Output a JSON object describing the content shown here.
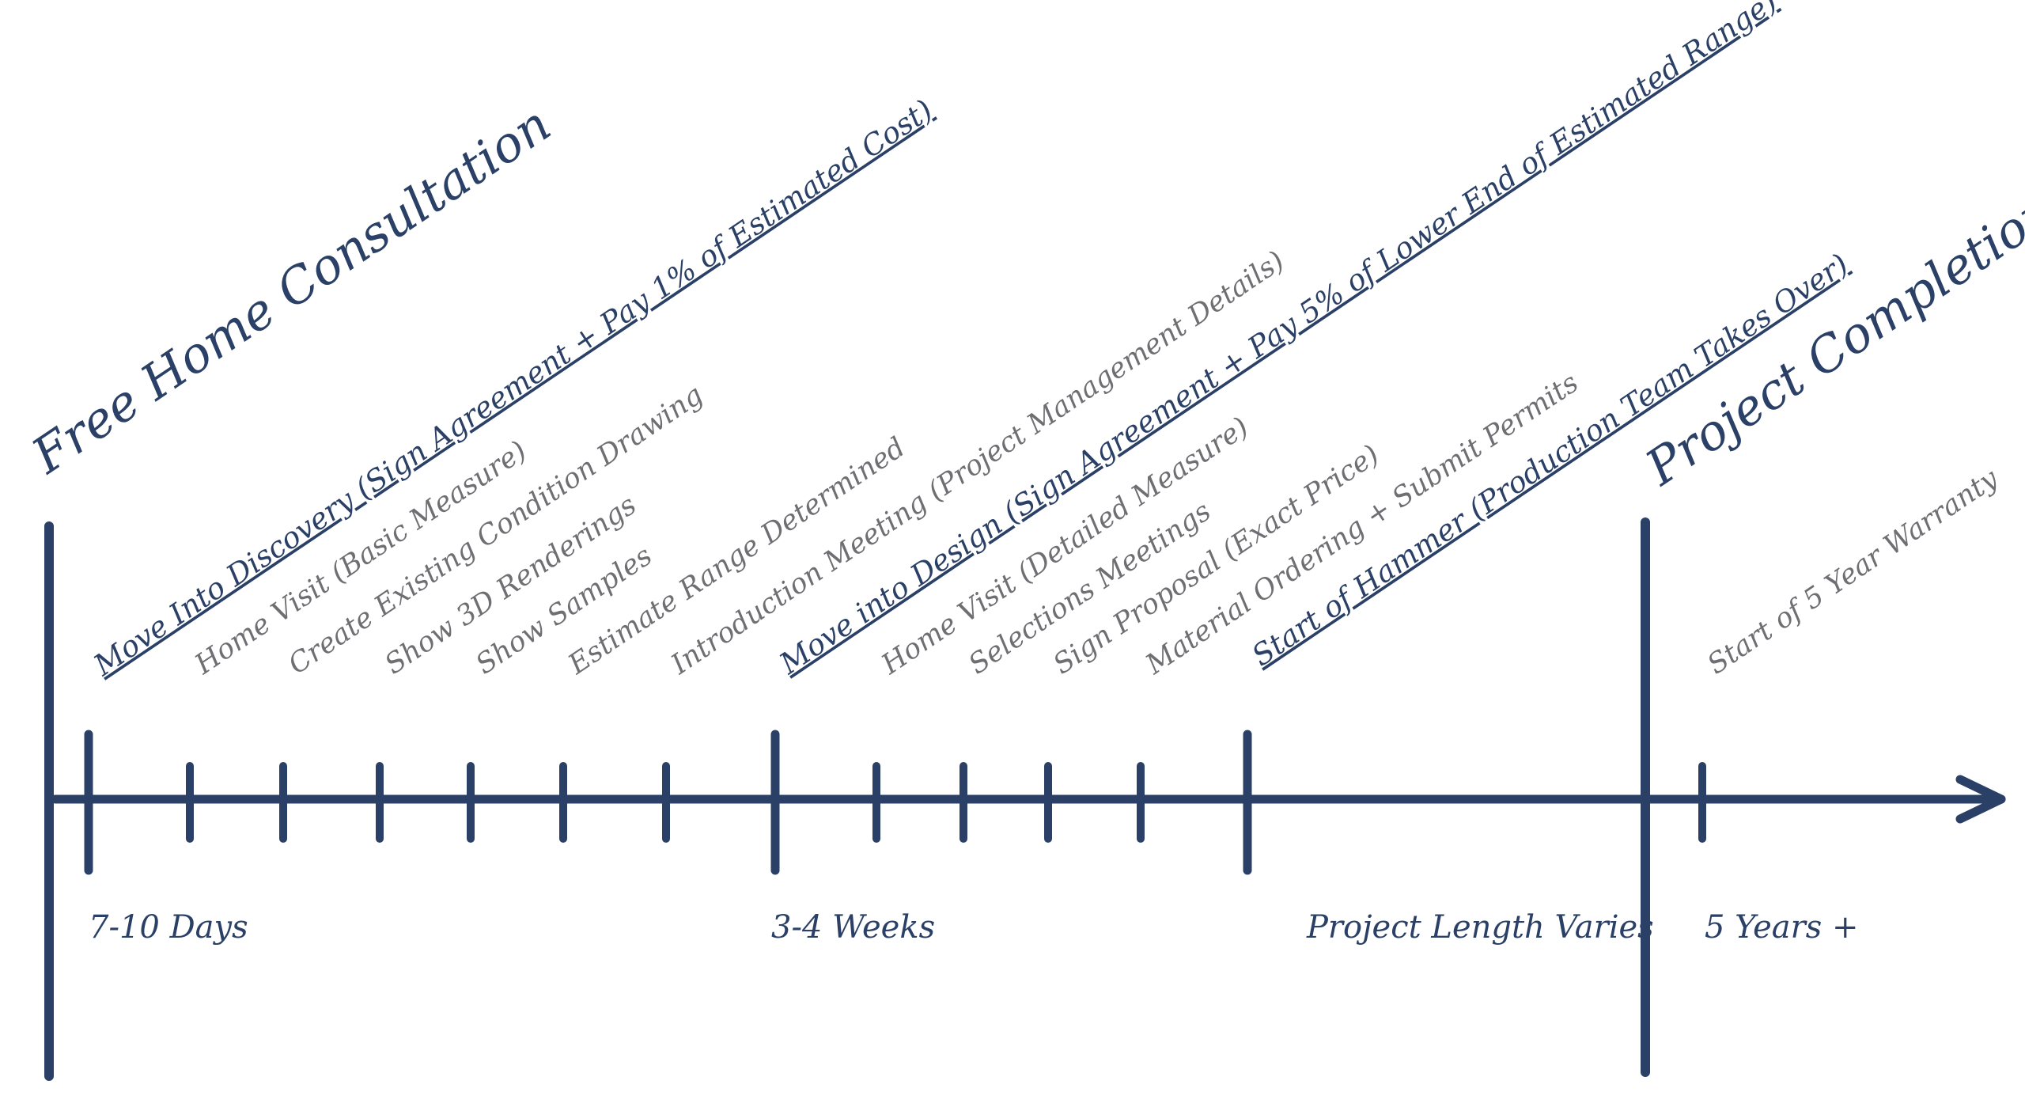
{
  "colors": {
    "primary": "#2b4066",
    "muted": "#6f6f73",
    "background": "#ffffff"
  },
  "headings": {
    "consultation": "Free Home Consultation",
    "completion": "Project Completion !"
  },
  "phases": [
    {
      "duration": "7-10 Days",
      "steps": [
        {
          "text": "Move Into Discovery (Sign Agreement + Pay 1% of Estimated Cost)",
          "key": true
        },
        {
          "text": "Home Visit (Basic Measure)",
          "key": false
        },
        {
          "text": "Create Existing Condition Drawing",
          "key": false
        },
        {
          "text": "Show 3D Renderings",
          "key": false
        },
        {
          "text": "Show Samples",
          "key": false
        },
        {
          "text": "Estimate Range Determined",
          "key": false
        },
        {
          "text": "Introduction Meeting (Project Management Details)",
          "key": false
        }
      ]
    },
    {
      "duration": "3-4 Weeks",
      "steps": [
        {
          "text": "Move into Design (Sign Agreement + Pay 5% of Lower End of Estimated Range)",
          "key": true
        },
        {
          "text": "Home Visit (Detailed Measure)",
          "key": false
        },
        {
          "text": "Selections Meetings",
          "key": false
        },
        {
          "text": "Sign Proposal (Exact Price)",
          "key": false
        },
        {
          "text": "Material Ordering + Submit Permits",
          "key": false
        }
      ]
    },
    {
      "duration": "Project Length Varies",
      "steps": [
        {
          "text": "Start of Hammer (Production Team Takes Over)",
          "key": true
        }
      ]
    },
    {
      "duration": "5  Years +",
      "steps": [
        {
          "text": "Start of 5  Year Warranty",
          "key": false
        }
      ]
    }
  ]
}
